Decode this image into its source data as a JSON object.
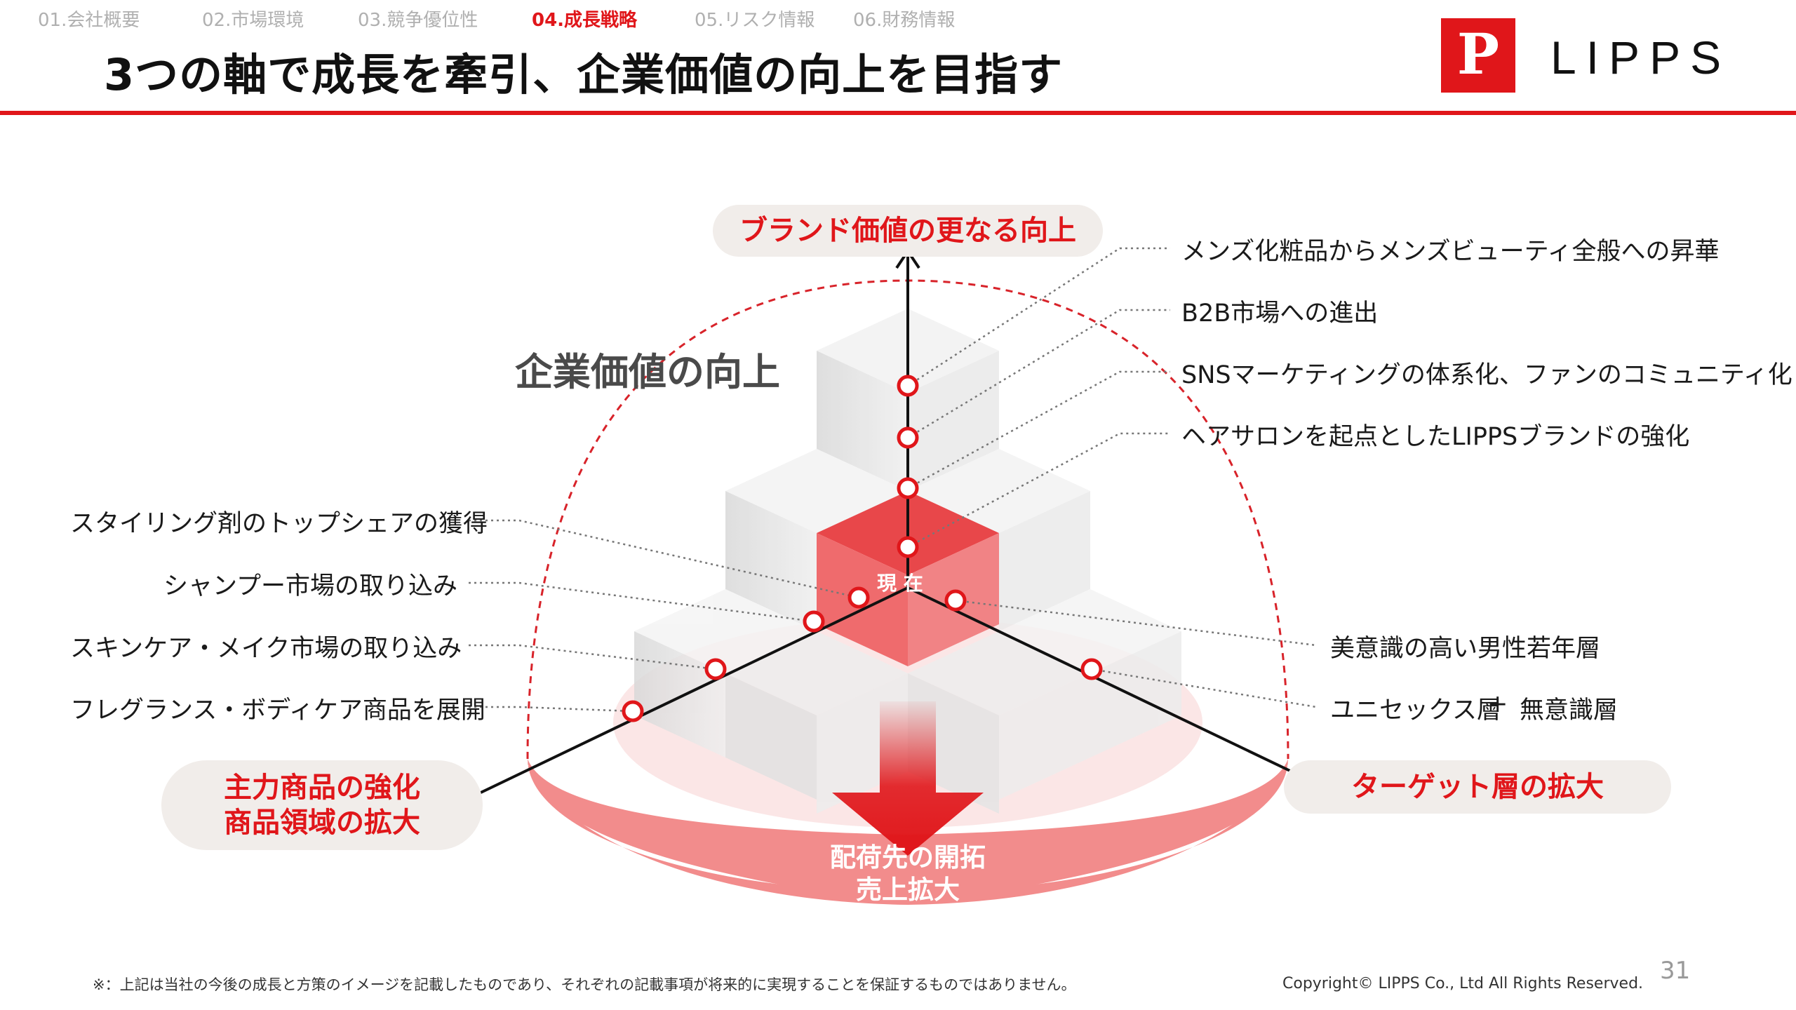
{
  "nav": {
    "tabs": [
      {
        "label": "01.会社概要"
      },
      {
        "label": "02.市場環境"
      },
      {
        "label": "03.競争優位性"
      },
      {
        "label": "04.成長戦略",
        "active": true
      },
      {
        "label": "05.リスク情報"
      },
      {
        "label": "06.財務情報"
      }
    ]
  },
  "header": {
    "title": "3つの軸で成長を牽引、企業価値の向上を目指す",
    "logo_mark": "P",
    "logo_text": "LIPPS"
  },
  "diagram": {
    "axis_top_label": "ブランド価値の更なる向上",
    "axis_left_label_line1": "主力商品の強化",
    "axis_left_label_line2": "商品領域の拡大",
    "axis_right_label": "ターゲット層の拡大",
    "axis_bottom_label_line1": "配荷先の開拓",
    "axis_bottom_label_line2": "売上拡大",
    "center_label": "企業価値の向上",
    "current_label": "現 在",
    "top_items": [
      "メンズ化粧品からメンズビューティ全般への昇華",
      "B2B市場への進出",
      "SNSマーケティングの体系化、ファンのコミュニティ化",
      "ヘアサロンを起点としたLIPPSブランドの強化"
    ],
    "left_items": [
      "スタイリング剤のトップシェアの獲得",
      "シャンプー市場の取り込み",
      "スキンケア・メイク市場の取り込み",
      "フレグランス・ボディケア商品を展開"
    ],
    "right_items": [
      "美意識の高い男性若年層",
      "ユニセックス層",
      "+",
      "無意識層"
    ],
    "colors": {
      "accent": "#e0161a",
      "dome": "#f28c8c",
      "cube_red": "#e8474a",
      "pill_bg": "#f1edea"
    }
  },
  "footer": {
    "note": "※：上記は当社の今後の成長と方策のイメージを記載したものであり、それぞれの記載事項が将来的に実現することを保証するものではありません。",
    "copyright": "Copyright© LIPPS Co., Ltd All Rights Reserved.",
    "page_number": "31"
  }
}
